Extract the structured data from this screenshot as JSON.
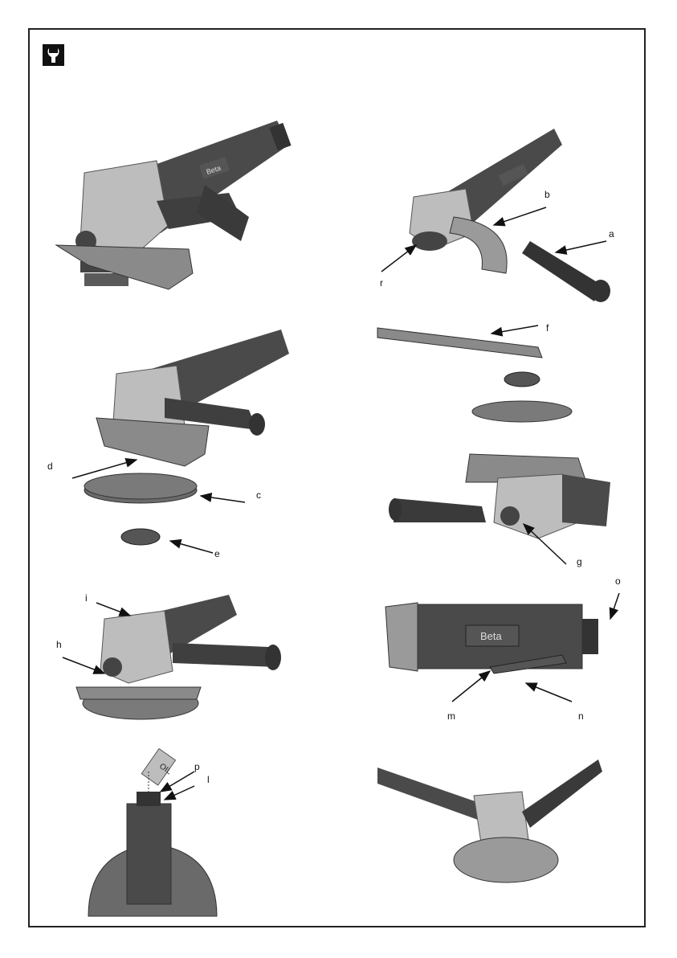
{
  "page": {
    "wrench_icon": "wrench-icon",
    "brand_text": "Beta",
    "oil_text": "OIL"
  },
  "labels": {
    "a": "a",
    "b": "b",
    "c": "c",
    "d": "d",
    "e": "e",
    "f": "f",
    "g": "g",
    "h": "h",
    "i": "i",
    "l": "l",
    "m": "m",
    "n": "n",
    "o": "o",
    "p": "p",
    "r": "r"
  },
  "colors": {
    "body": "#4a4a4a",
    "head": "#b9b9b9",
    "dark": "#333333",
    "disc": "#6a6a6a"
  }
}
